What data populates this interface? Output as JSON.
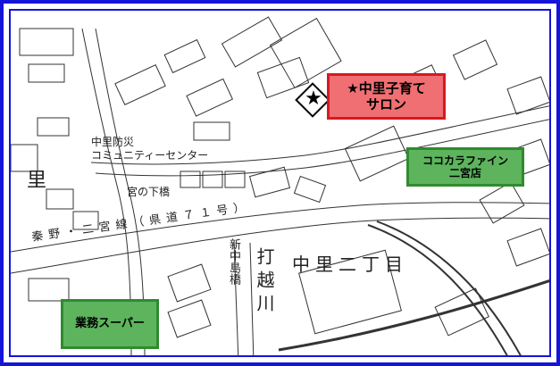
{
  "landmarks": {
    "salon": "★中里子育て\nサロン",
    "cocokara": "ココカラファイン\n二宮店",
    "gyomu": "業務スーパー"
  },
  "labels": {
    "bosai1": "中里防災",
    "bosai2": "コミュニティーセンター",
    "bridge_lower": "宮の下橋",
    "road": "秦野・二宮線（県道７１号）",
    "bridge_new": "新中島橋",
    "river": "打越川",
    "district": "中里二丁目",
    "edge": "里"
  },
  "icons": {
    "star": "star-icon"
  },
  "colors": {
    "frame": "#1515d8",
    "red_fill": "#ef6f73",
    "red_border": "#d71920",
    "green_fill": "#5db45d",
    "green_border": "#2e8b2e"
  }
}
